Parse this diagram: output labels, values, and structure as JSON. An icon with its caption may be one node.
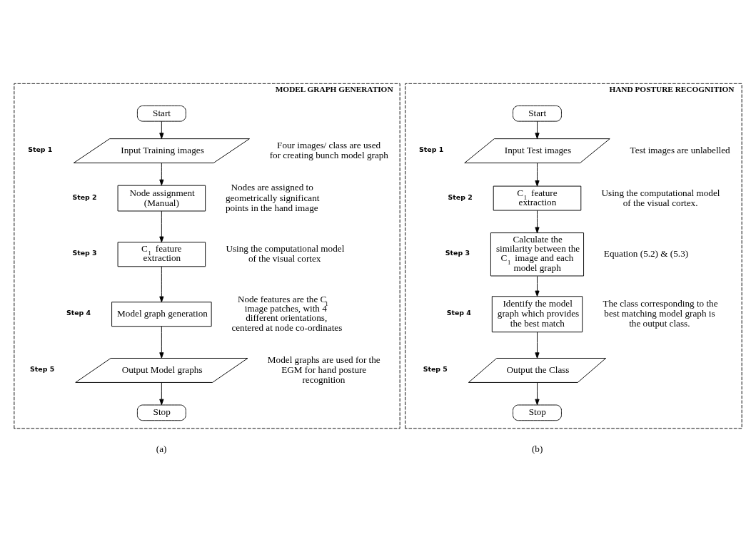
{
  "diagram": {
    "nodes": [
      {
        "text": [
          "MODEL GRAPH GENERATION"
        ]
      },
      {
        "text": [
          "Start"
        ],
        "in": 0
      },
      {
        "text": [
          "Input Training images"
        ],
        "in": 0,
        "beside": [
          "Step 1",
          "Four images/ class are used for creating bunch model graph"
        ]
      },
      {
        "text": [
          "Node assignment (Manual)"
        ],
        "in": 0,
        "beside": [
          "Step 2",
          "Nodes are assigned to geometrically significant points in the hand image"
        ]
      },
      {
        "text": [
          "C$_{1}$ feature extraction"
        ],
        "in": 0,
        "beside": [
          "Step 3",
          "Using the computational model of the visual cortex"
        ]
      },
      {
        "text": [
          "Model graph generation"
        ],
        "in": 0,
        "beside": [
          "Step 4",
          "Node features are the C$_{1}$ image patches, with 4 different orientations, centered at node co-ordinates"
        ]
      },
      {
        "text": [
          "Output Model graphs"
        ],
        "in": 0,
        "beside": [
          "Step 5",
          "Model graphs are used for the EGM for hand posture recognition"
        ]
      },
      {
        "text": [
          "Stop"
        ],
        "in": 0
      },
      {
        "text": [
          "HAND POSTURE RECOGNITION"
        ]
      },
      {
        "text": [
          "Start"
        ],
        "in": 8
      },
      {
        "text": [
          "Input Test images"
        ],
        "in": 8,
        "beside": [
          "Step 1",
          "Test images are unlabelled"
        ]
      },
      {
        "text": [
          "C$_{1}$ feature extraction"
        ],
        "in": 8,
        "beside": [
          "Step 2",
          "Using the computational model of the visual cortex."
        ]
      },
      {
        "text": [
          "Calculate the similarity between the C$_{1}$ image and each model graph"
        ],
        "in": 8,
        "beside": [
          "Step 3",
          "Equation (5.2) & (5.3)"
        ]
      },
      {
        "text": [
          "Identify the model graph which provides the best match"
        ],
        "in": 8,
        "beside": [
          "Step 4",
          "The class corresponding to the best matching model graph is the output class."
        ]
      },
      {
        "text": [
          "Output the Class"
        ],
        "in": 8,
        "beside": [
          "Step 5"
        ]
      },
      {
        "text": [
          "Stop"
        ],
        "in": 8
      }
    ],
    "edges": [
      {
        "from": 1,
        "to": 2,
        "arrow": "to"
      },
      {
        "from": 2,
        "to": 3,
        "arrow": "to"
      },
      {
        "from": 3,
        "to": 4,
        "arrow": "to"
      },
      {
        "from": 4,
        "to": 5,
        "arrow": "to"
      },
      {
        "from": 5,
        "to": 6,
        "arrow": "to"
      },
      {
        "from": 6,
        "to": 7,
        "arrow": "to"
      },
      {
        "from": 9,
        "to": 10,
        "arrow": "to"
      },
      {
        "from": 10,
        "to": 11,
        "arrow": "to"
      },
      {
        "from": 11,
        "to": 12,
        "arrow": "to"
      },
      {
        "from": 12,
        "to": 13,
        "arrow": "to"
      },
      {
        "from": 13,
        "to": 14,
        "arrow": "to"
      },
      {
        "from": 14,
        "to": 15,
        "arrow": "to"
      }
    ],
    "labels": [
      "(a)",
      "(b)"
    ]
  }
}
